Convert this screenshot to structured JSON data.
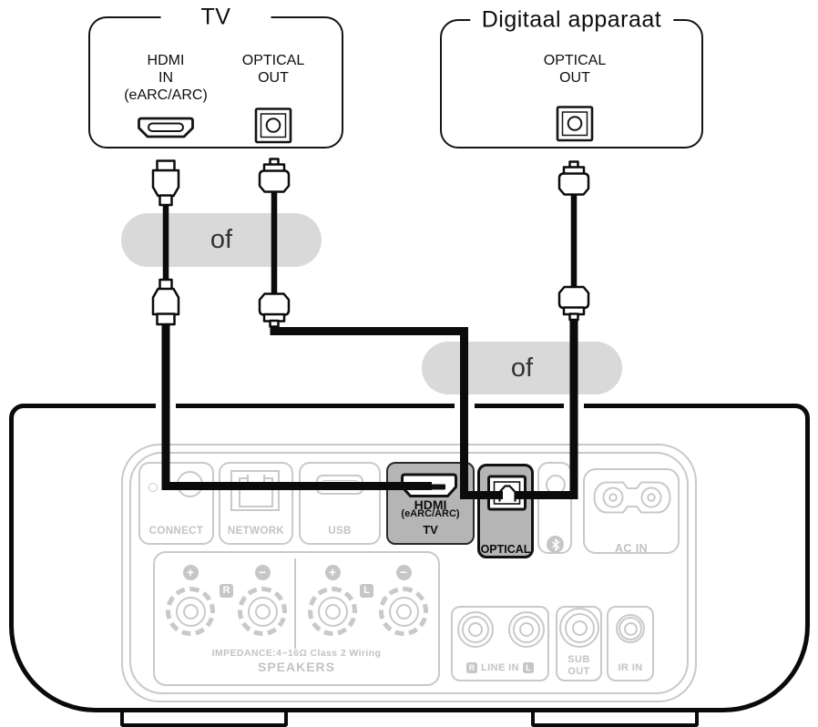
{
  "tv_box": {
    "title": "TV",
    "hdmi_port_label": {
      "line1": "HDMI",
      "line2": "IN",
      "line3": "(eARC/ARC)"
    },
    "optical_port_label": {
      "line1": "OPTICAL",
      "line2": "OUT"
    }
  },
  "digital_box": {
    "title": "Digitaal apparaat",
    "optical_port_label": {
      "line1": "OPTICAL",
      "line2": "OUT"
    }
  },
  "or_pill": {
    "top": "of",
    "bottom": "of"
  },
  "device": {
    "connect_label": "CONNECT",
    "network_label": "NETWORK",
    "usb_label": "USB",
    "hdmi_label": {
      "line1": "HDMI",
      "line2": "(eARC/ARC)",
      "line3": "TV"
    },
    "optical_label": "OPTICAL",
    "ac_in_label": "AC IN",
    "speakers": {
      "plus": "+",
      "minus": "−",
      "right_badge": "R",
      "left_badge": "L",
      "impedance": "IMPEDANCE:4~16Ω Class 2 Wiring",
      "label": "SPEAKERS"
    },
    "line_in": {
      "right_badge": "R",
      "label": "LINE IN",
      "left_badge": "L"
    },
    "sub_out": {
      "line1": "SUB",
      "line2": "OUT"
    },
    "ir_in_label": "IR IN"
  },
  "colors": {
    "highlight_fill": "#b5b5b5",
    "pill_fill": "#d9d9d9",
    "panel_stroke": "#c9c9c9",
    "cable": "#0b0b0b"
  }
}
